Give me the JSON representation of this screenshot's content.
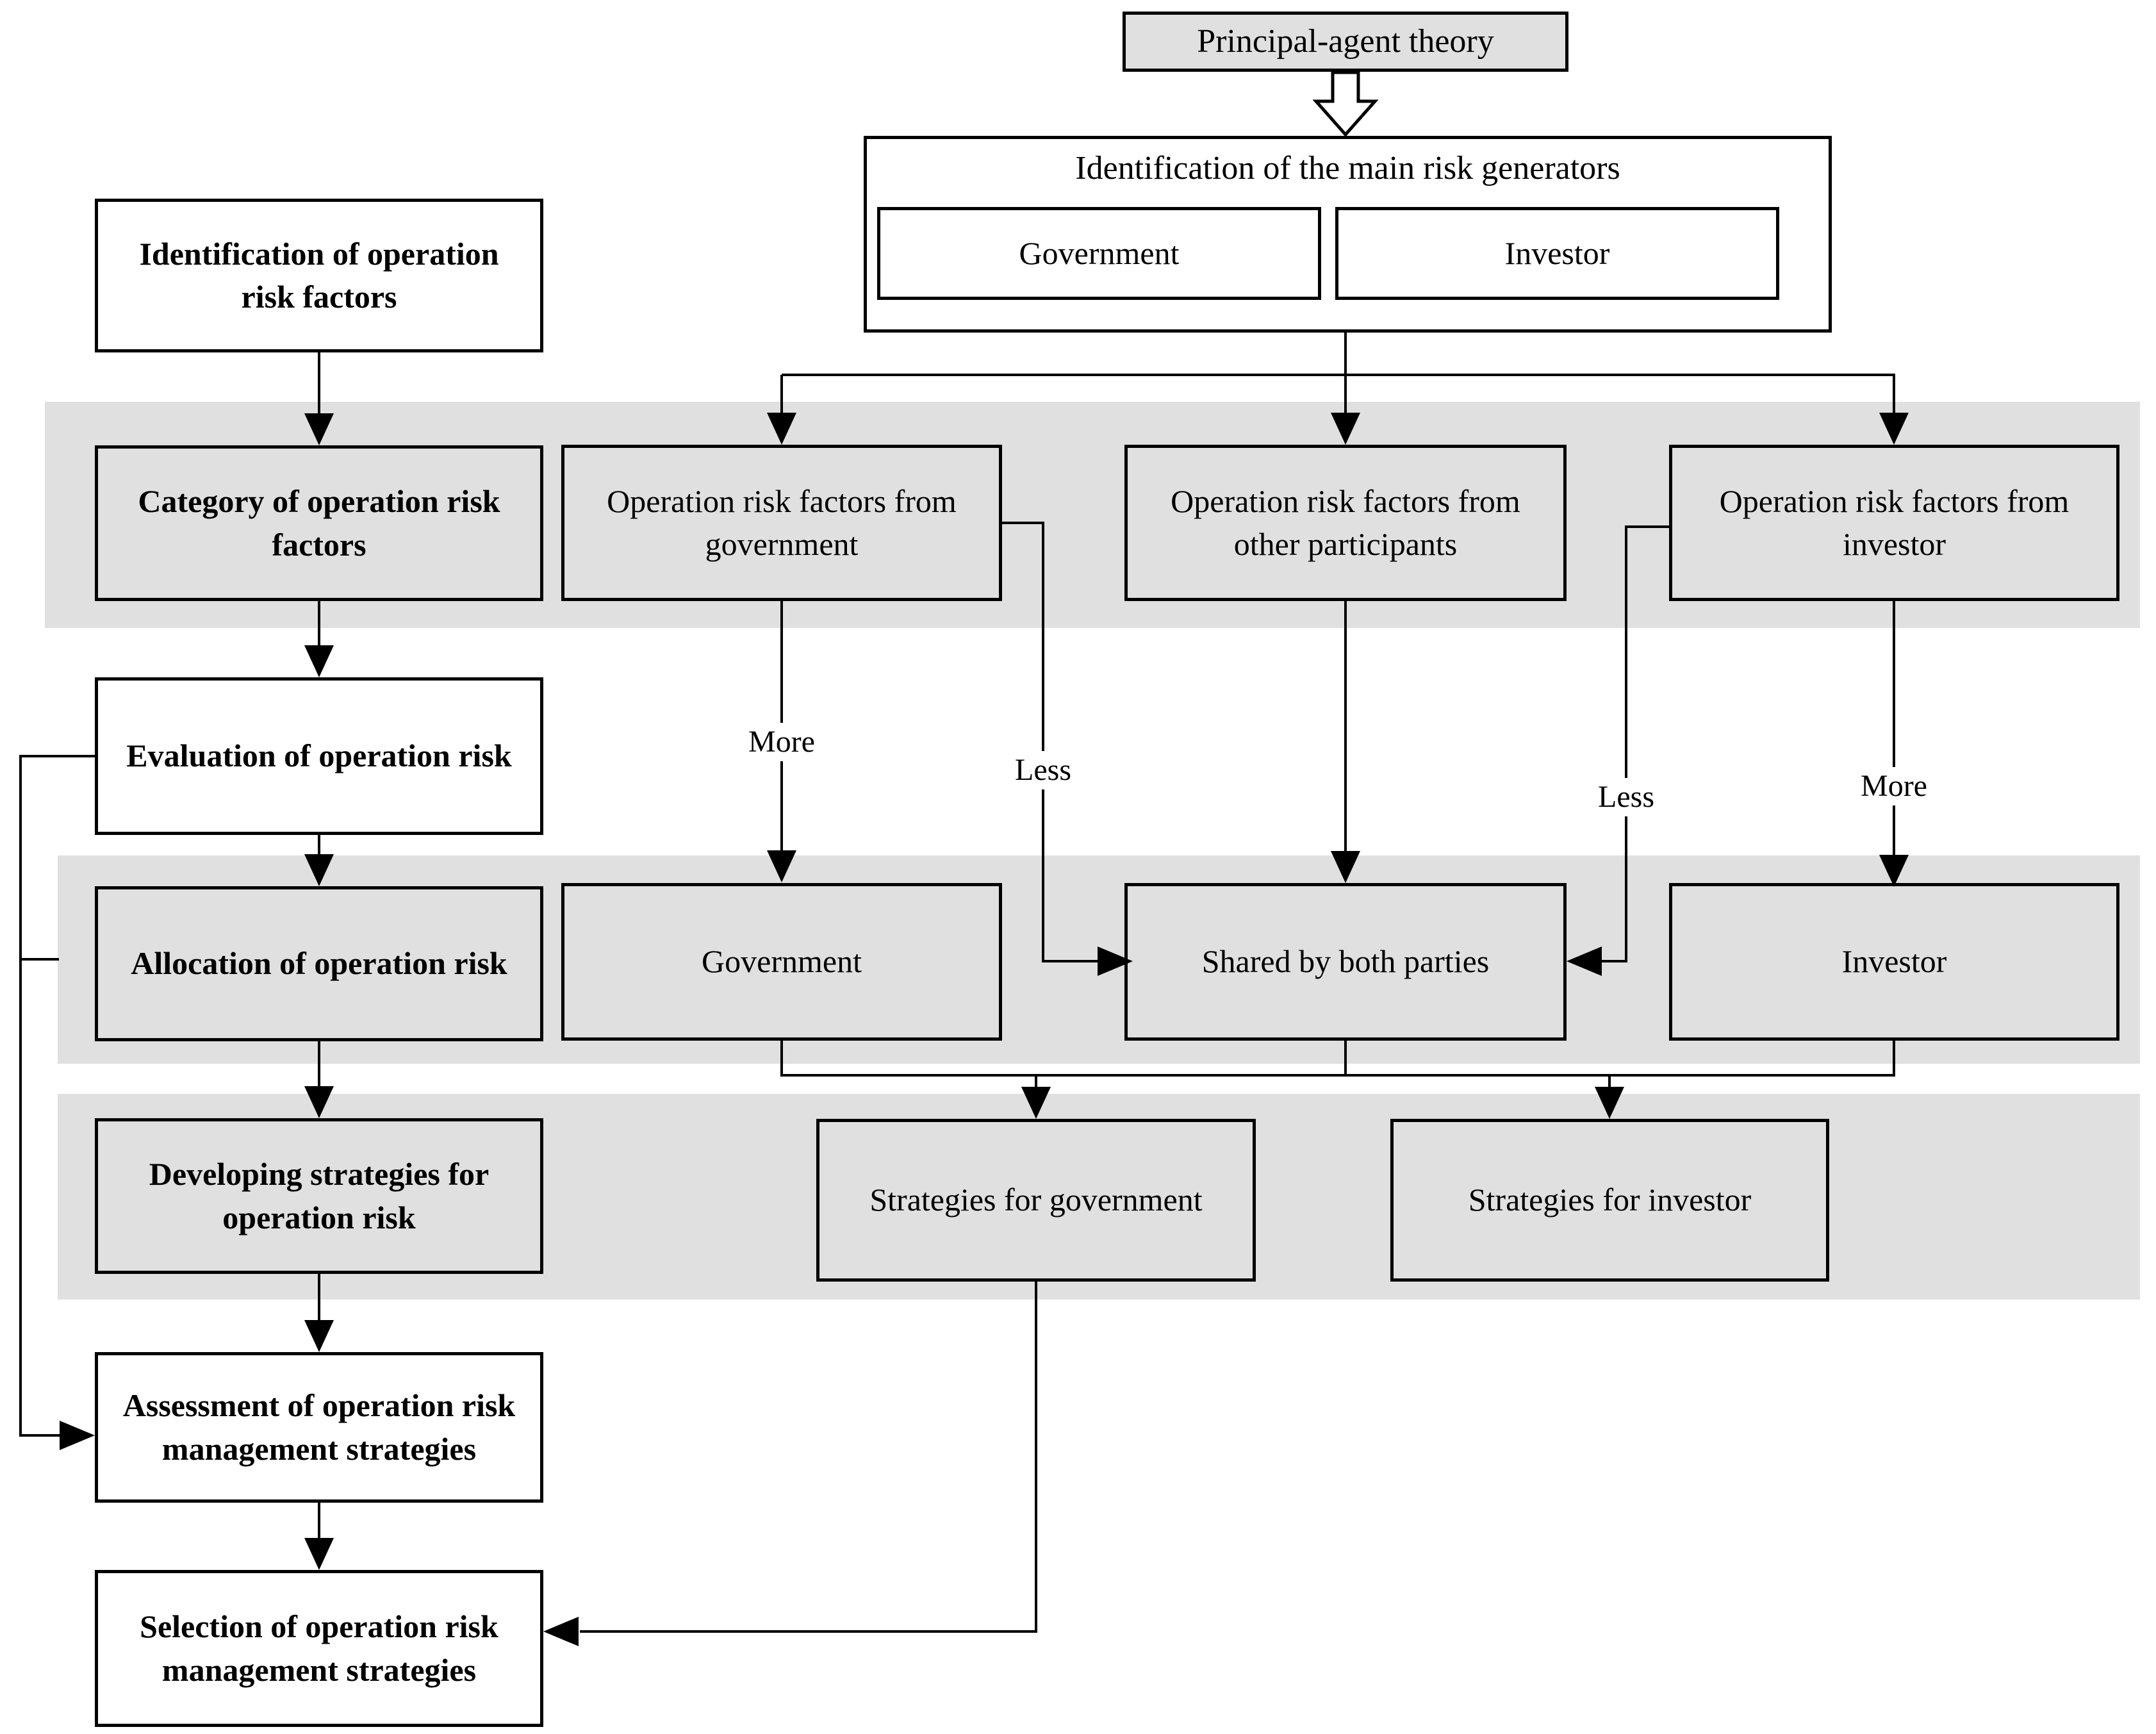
{
  "colors": {
    "band": "#e0e0e0",
    "box_fill_gray": "#e0e0e0",
    "box_fill_white": "#ffffff",
    "line": "#000000",
    "background": "#ffffff"
  },
  "top": {
    "principal_agent": "Principal-agent theory",
    "risk_generators_title": "Identification of the main risk generators",
    "generators": [
      "Government",
      "Investor"
    ]
  },
  "left_column": [
    "Identification of operation risk factors",
    "Category of operation risk factors",
    "Evaluation of operation risk",
    "Allocation of operation risk",
    "Developing strategies for operation risk",
    "Assessment of operation risk management strategies",
    "Selection of operation risk management strategies"
  ],
  "risk_factor_row": [
    "Operation risk factors from government",
    "Operation risk factors from other participants",
    "Operation risk factors from investor"
  ],
  "allocation_row": [
    "Government",
    "Shared by both parties",
    "Investor"
  ],
  "strategies_row": [
    "Strategies for government",
    "Strategies for investor"
  ],
  "edge_labels": {
    "government_more": "More",
    "government_less": "Less",
    "investor_less": "Less",
    "investor_more": "More"
  }
}
